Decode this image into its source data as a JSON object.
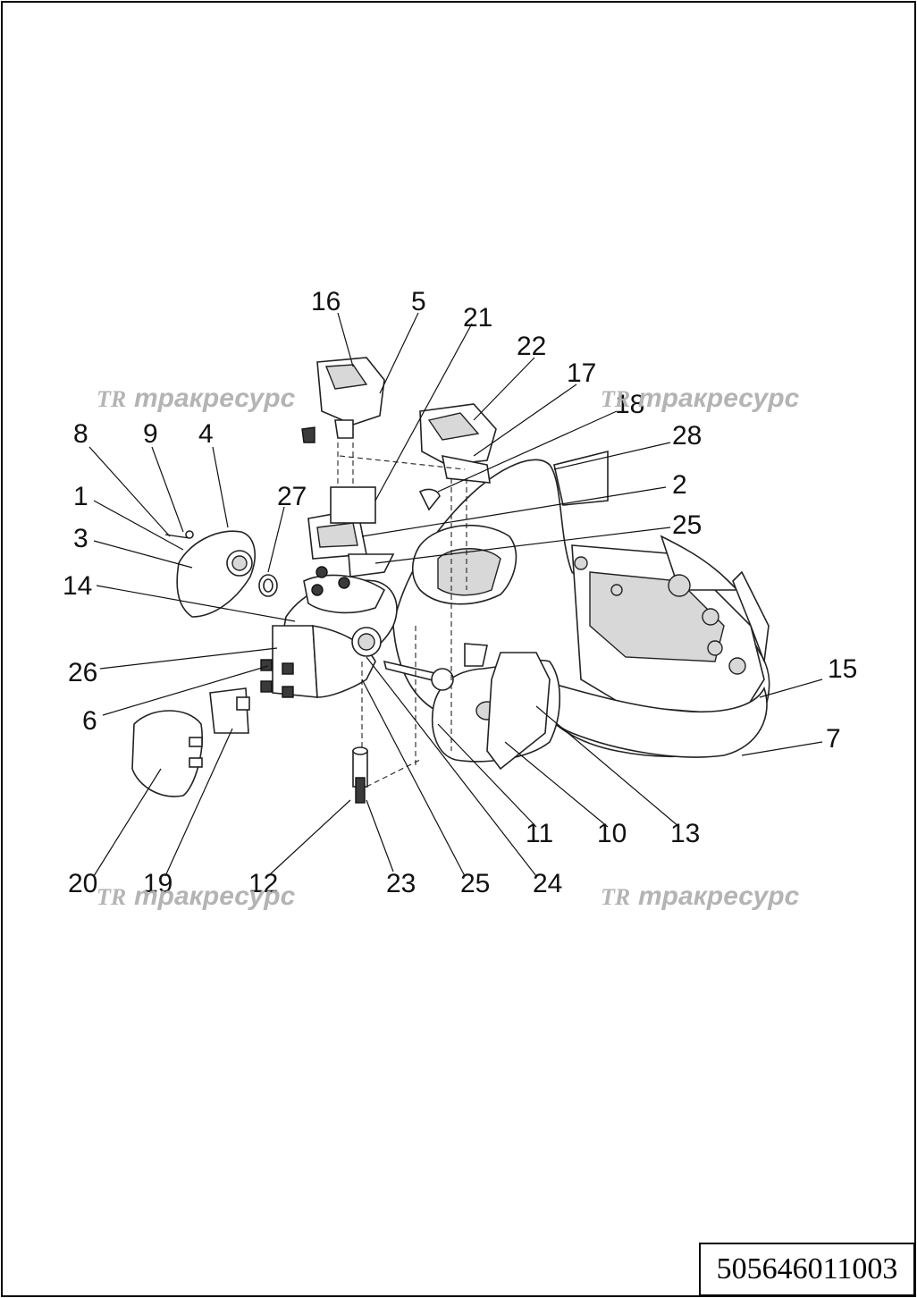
{
  "watermarks": [
    {
      "logo": "TR",
      "text": "тракресурс"
    },
    {
      "logo": "TR",
      "text": "тракресурс"
    },
    {
      "logo": "TR",
      "text": "тракресурс"
    },
    {
      "logo": "TR",
      "text": "тракресурс"
    }
  ],
  "callouts": [
    "16",
    "5",
    "21",
    "22",
    "17",
    "18",
    "28",
    "2",
    "25",
    "8",
    "9",
    "4",
    "1",
    "27",
    "3",
    "14",
    "26",
    "6",
    "15",
    "7",
    "20",
    "19",
    "12",
    "23",
    "25",
    "24",
    "11",
    "10",
    "13"
  ],
  "document_number": "505646011003"
}
